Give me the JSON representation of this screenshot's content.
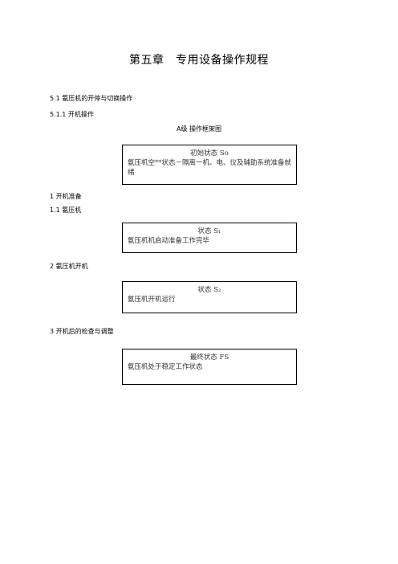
{
  "chapter_title": "第五章　专用设备操作规程",
  "section": "5.1  氨压机的开停与切换操作",
  "subsection": "5.1.1  开机操作",
  "framework_caption": "A级   操作框架图",
  "states": [
    {
      "title": "初始状态 So",
      "body": "氨压机空**状态－隔离一机、电、仪及辅助系统准备就绪"
    },
    {
      "title": "状态 S₁",
      "body": "氨压机机启动准备工作完毕"
    },
    {
      "title": "状态 S₂",
      "body": "氨压机开机运行"
    },
    {
      "title": "最终状态 FS",
      "body": "氨压机处于稳定工作状态"
    }
  ],
  "steps": [
    {
      "label": "1  开机准备"
    },
    {
      "label": "1.1  氨压机"
    },
    {
      "label": "2  氨压机开机"
    },
    {
      "label": "3  开机后的检查与调整"
    }
  ]
}
